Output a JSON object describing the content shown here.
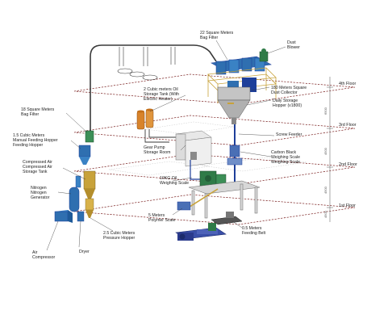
{
  "colors": {
    "steel_blue": "#1e3f9a",
    "dust_blue": "#2f6fb0",
    "machine_green": "#2f7b47",
    "accent_orange": "#d8832a",
    "floor_dash": "#7a1f1f",
    "frame": "#3a3a3a"
  },
  "floors": {
    "fourth": "4th Floor",
    "third": "3rd Floor",
    "second": "2nd Floor",
    "first": "1st Floor"
  },
  "dimensions": {
    "d4": "6500",
    "d3": "4500",
    "d2": "4500",
    "d1": "4500"
  },
  "labels": {
    "bag_filter_22": "22 Square Meters\nBag Filter",
    "dust_blower": "Dust\nBlower",
    "oil_tank": "2 Cubic meters Oil\nStorage Tank (With\nElectric Heater)",
    "dust_collector": "180 Meters Square\nDust Collector",
    "daily_hopper": "Daily Storage\nHopper (v1800)",
    "bag_filter_18": "18 Square Meters\nBag Filter",
    "manual_hopper": "1.5 Cubic Meters\nManual Feeding Hopper\nFeeding Hopper",
    "screw_feeder": "Screw Feeder",
    "gear_pump": "Gear Pump\nStorage Room",
    "carbon_black_scale": "Carbon Black\nWeighing Scale\nWeighing Scale",
    "compressed_air": "Compressed Air\nCompressed Air\nStorage Tank",
    "oil_scale": "10KG Oil\nWeighing Scale",
    "nitrogen": "Nitrogen\nNitrogen\nGenerator",
    "polymer_scale": "5 Meters\nPolymer Scale",
    "feeding_belt": "0.5 Meters\nFeeding Belt",
    "pressure_hopper": "2.5 Cubic Meters\nPressure Hopper",
    "air_compressor": "Air\nCompressor",
    "dryer": "Dryer"
  }
}
